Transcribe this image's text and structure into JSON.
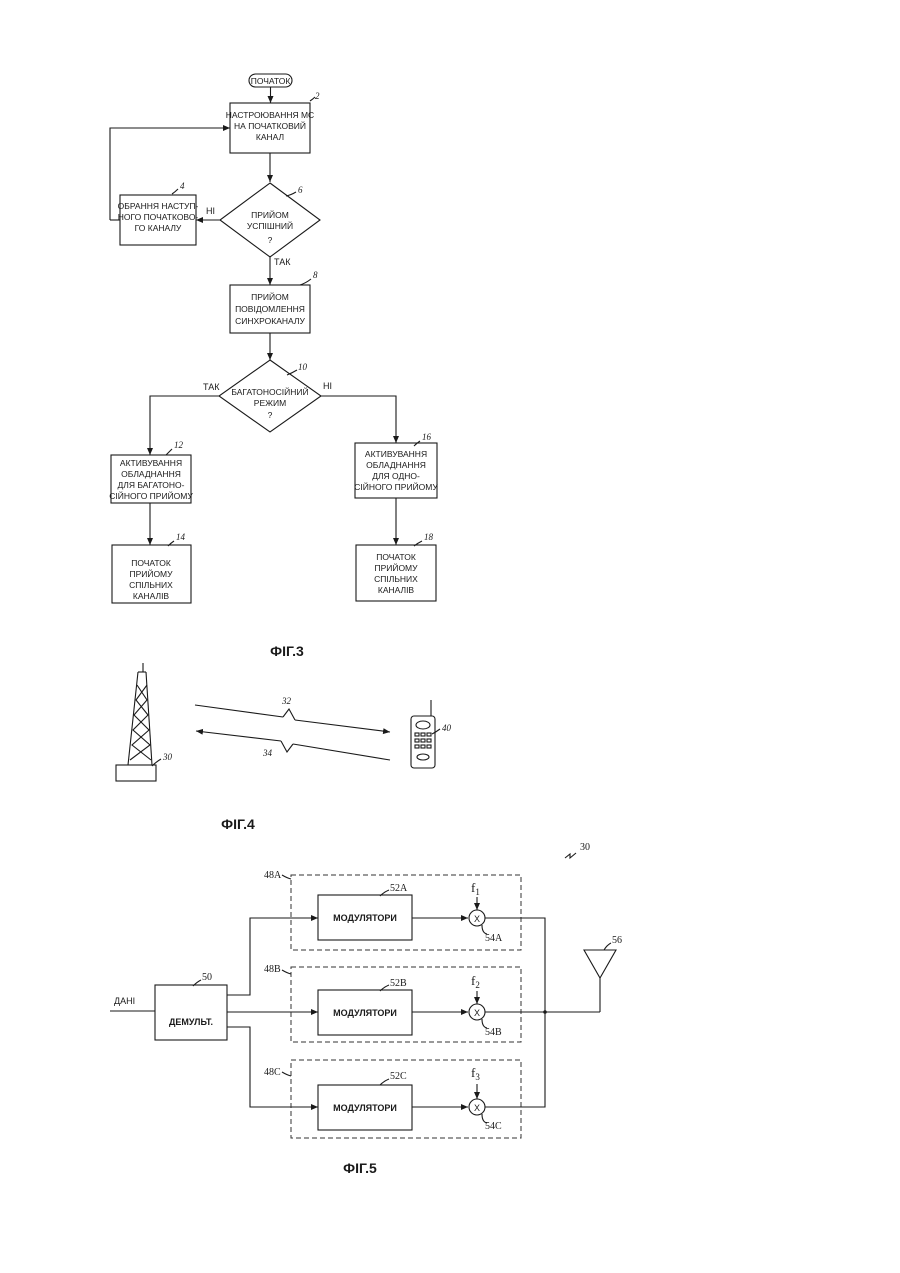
{
  "fig3": {
    "start": "ПОЧАТОК",
    "box2": [
      "НАСТРОЮВАННЯ МС",
      "НА ПОЧАТКОВИЙ",
      "КАНАЛ"
    ],
    "box4": [
      "ОБРАННЯ НАСТУП-",
      "НОГО ПОЧАТКОВО-",
      "ГО КАНАЛУ"
    ],
    "dec6": [
      "ПРИЙОМ",
      "УСПІШНИЙ",
      "?"
    ],
    "box8": [
      "ПРИЙОМ",
      "ПОВІДОМЛЕННЯ",
      "СИНХРОКАНАЛУ"
    ],
    "dec10": [
      "БАГАТОНОСІЙНИЙ",
      "РЕЖИМ",
      "?"
    ],
    "box12": [
      "АКТИВУВАННЯ",
      "ОБЛАДНАННЯ",
      "ДЛЯ БАГАТОНО-",
      "СІЙНОГО ПРИЙОМУ"
    ],
    "box16": [
      "АКТИВУВАННЯ",
      "ОБЛАДНАННЯ",
      "ДЛЯ ОДНО-",
      "СІЙНОГО ПРИЙОМУ"
    ],
    "box14": [
      "ПОЧАТОК",
      "ПРИЙОМУ",
      "СПІЛЬНИХ",
      "КАНАЛІВ"
    ],
    "box18": [
      "ПОЧАТОК",
      "ПРИЙОМУ",
      "СПІЛЬНИХ",
      "КАНАЛІВ"
    ],
    "yes": "ТАК",
    "no": "НІ",
    "refs": {
      "r2": "2",
      "r4": "4",
      "r6": "6",
      "r8": "8",
      "r10": "10",
      "r12": "12",
      "r14": "14",
      "r16": "16",
      "r18": "18"
    },
    "caption": "ФІГ.3"
  },
  "fig4": {
    "refs": {
      "tower": "30",
      "forward": "32",
      "reverse": "34",
      "phone": "40"
    },
    "caption": "ФІГ.4"
  },
  "fig5": {
    "ref_system": "30",
    "input_label": "ДАНІ",
    "demux_label": "ДЕМУЛЬТ.",
    "demux_ref": "50",
    "antenna_ref": "56",
    "branches": [
      {
        "group": "48A",
        "mod_ref": "52A",
        "mod_label": "МОДУЛЯТОРИ",
        "freq": "f",
        "freq_sub": "1",
        "mixer": "X",
        "mixer_ref": "54A"
      },
      {
        "group": "48B",
        "mod_ref": "52B",
        "mod_label": "МОДУЛЯТОРИ",
        "freq": "f",
        "freq_sub": "2",
        "mixer": "X",
        "mixer_ref": "54B"
      },
      {
        "group": "48C",
        "mod_ref": "52C",
        "mod_label": "МОДУЛЯТОРИ",
        "freq": "f",
        "freq_sub": "3",
        "mixer": "X",
        "mixer_ref": "54C"
      }
    ],
    "caption": "ФІГ.5"
  }
}
